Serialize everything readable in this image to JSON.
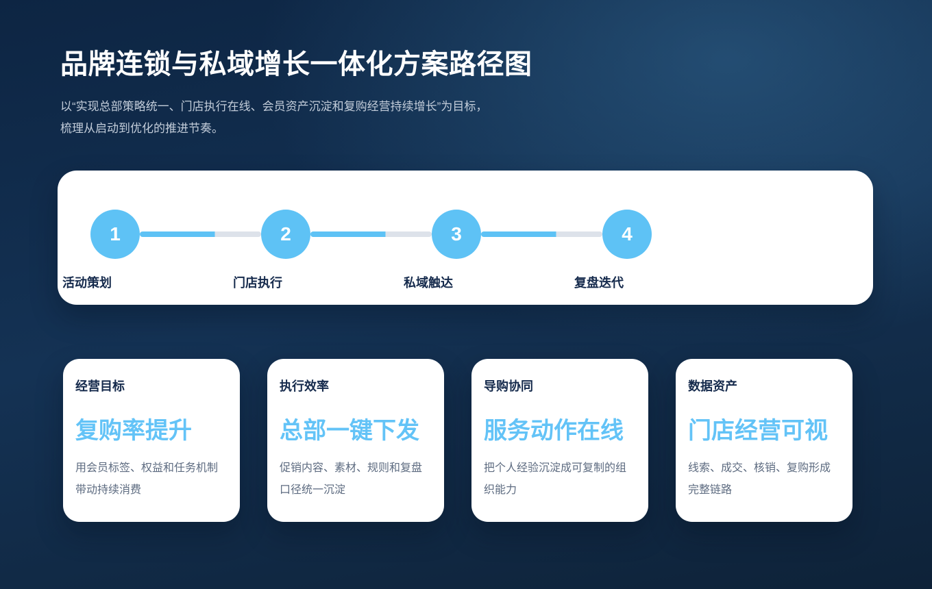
{
  "page": {
    "title": "品牌连锁与私域增长一体化方案路径图",
    "subtitle_line1": "以“实现总部策略统一、门店执行在线、会员资产沉淀和复购经营持续增长”为目标，",
    "subtitle_line2": "梳理从启动到优化的推进节奏。"
  },
  "timeline": {
    "steps": [
      {
        "number": "1",
        "label": "活动策划"
      },
      {
        "number": "2",
        "label": "门店执行"
      },
      {
        "number": "3",
        "label": "私域触达"
      },
      {
        "number": "4",
        "label": "复盘迭代"
      }
    ]
  },
  "cards": [
    {
      "category": "经营目标",
      "headline": "复购率提升",
      "description": "用会员标签、权益和任务机制带动持续消费"
    },
    {
      "category": "执行效率",
      "headline": "总部一键下发",
      "description": "促销内容、素材、规则和复盘口径统一沉淀"
    },
    {
      "category": "导购协同",
      "headline": "服务动作在线",
      "description": "把个人经验沉淀成可复制的组织能力"
    },
    {
      "category": "数据资产",
      "headline": "门店经营可视",
      "description": "线索、成交、核销、复购形成完整链路"
    }
  ],
  "colors": {
    "accent_blue": "#5ec2f5",
    "headline_blue": "#63c3f7",
    "connector_gray": "#dde2ea",
    "card_bg": "#ffffff",
    "heading_navy": "#152a4c",
    "body_gray": "#5d6b80",
    "background_navy": "#0d2543"
  }
}
